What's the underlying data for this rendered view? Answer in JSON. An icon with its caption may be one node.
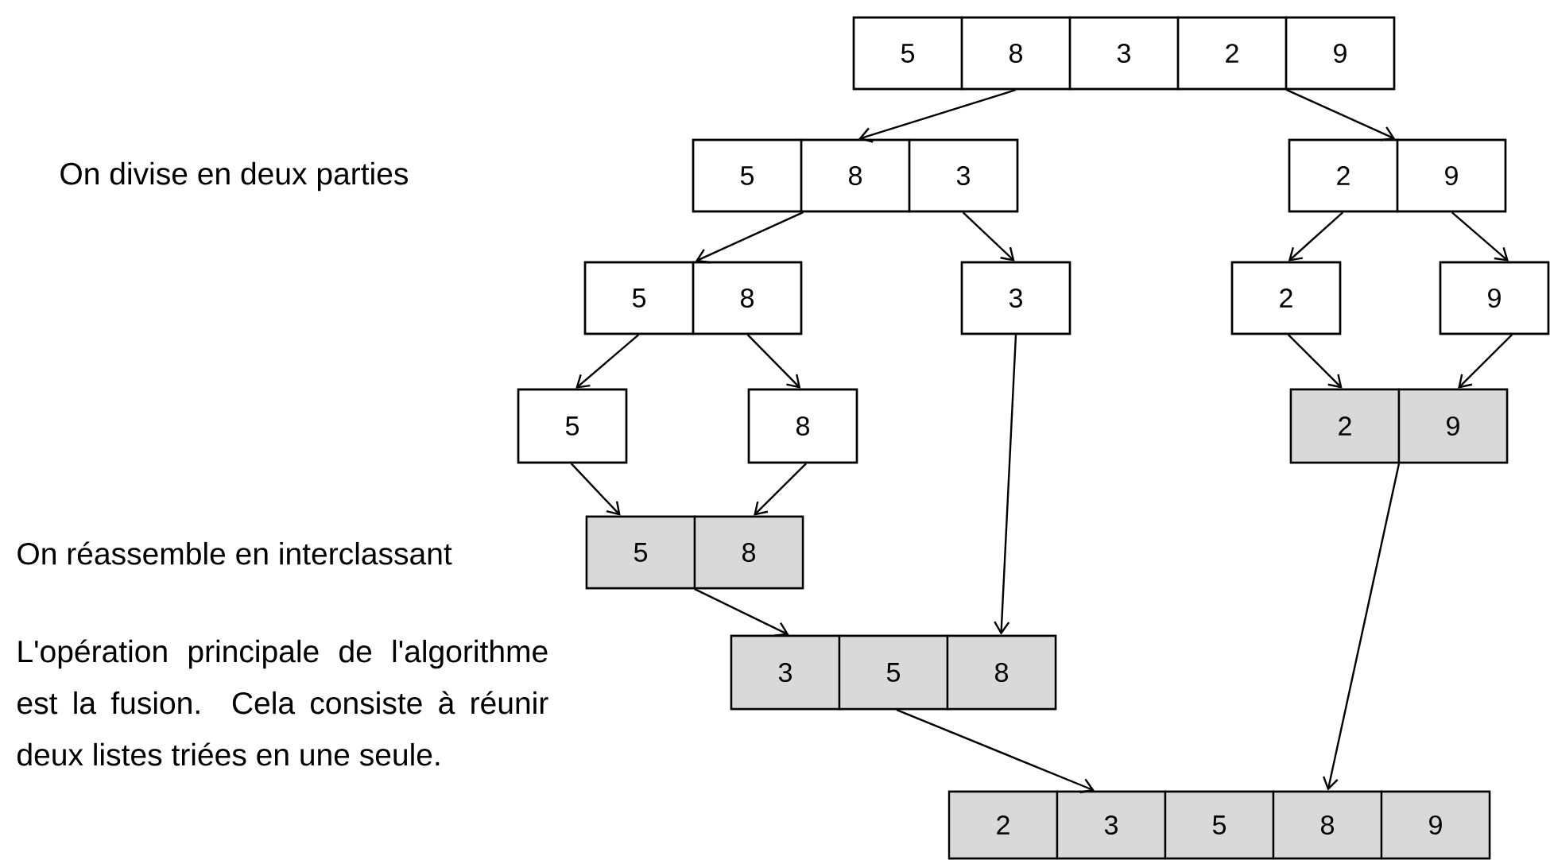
{
  "diagram": {
    "nodes": [
      {
        "text": [
          "5",
          "8",
          "3",
          "2",
          "9"
        ]
      },
      {
        "text": [
          "5",
          "8",
          "3"
        ]
      },
      {
        "text": [
          "2",
          "9"
        ]
      },
      {
        "text": [
          "5",
          "8"
        ]
      },
      {
        "text": [
          "3"
        ]
      },
      {
        "text": [
          "2"
        ]
      },
      {
        "text": [
          "9"
        ]
      },
      {
        "text": [
          "5"
        ]
      },
      {
        "text": [
          "8"
        ]
      },
      {
        "text": [
          "2",
          "9"
        ]
      },
      {
        "text": [
          "5",
          "8"
        ]
      },
      {
        "text": [
          "3",
          "5",
          "8"
        ]
      },
      {
        "text": [
          "2",
          "3",
          "5",
          "8",
          "9"
        ]
      }
    ],
    "edges": [
      {
        "from": 0,
        "to": 1,
        "arrow": "to"
      },
      {
        "from": 0,
        "to": 2,
        "arrow": "to"
      },
      {
        "from": 1,
        "to": 3,
        "arrow": "to"
      },
      {
        "from": 1,
        "to": 4,
        "arrow": "to"
      },
      {
        "from": 2,
        "to": 5,
        "arrow": "to"
      },
      {
        "from": 2,
        "to": 6,
        "arrow": "to"
      },
      {
        "from": 3,
        "to": 7,
        "arrow": "to"
      },
      {
        "from": 3,
        "to": 8,
        "arrow": "to"
      },
      {
        "from": 5,
        "to": 9,
        "arrow": "to"
      },
      {
        "from": 6,
        "to": 9,
        "arrow": "to"
      },
      {
        "from": 7,
        "to": 10,
        "arrow": "to"
      },
      {
        "from": 8,
        "to": 10,
        "arrow": "to"
      },
      {
        "from": 10,
        "to": 11,
        "arrow": "to"
      },
      {
        "from": 4,
        "to": 11,
        "arrow": "to"
      },
      {
        "from": 11,
        "to": 12,
        "arrow": "to"
      },
      {
        "from": 9,
        "to": 12,
        "arrow": "to"
      }
    ],
    "labels": [
      "On divise en deux parties",
      "On réassemble en interclassant",
      "L'opération principale de l'algorithme est la fusion. Cela consiste à réunir deux listes triées en une seule."
    ]
  }
}
